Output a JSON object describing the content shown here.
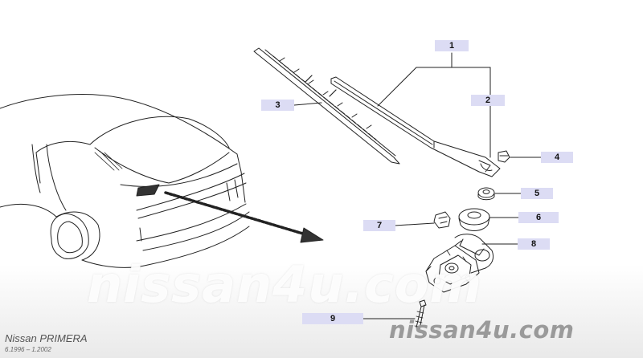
{
  "callouts": [
    {
      "id": "1",
      "label": "1"
    },
    {
      "id": "2",
      "label": "2"
    },
    {
      "id": "3",
      "label": "3"
    },
    {
      "id": "4",
      "label": "4"
    },
    {
      "id": "5",
      "label": "5"
    },
    {
      "id": "6",
      "label": "6"
    },
    {
      "id": "7",
      "label": "7"
    },
    {
      "id": "8",
      "label": "8"
    },
    {
      "id": "9",
      "label": "9"
    }
  ],
  "watermark": {
    "large": "nissan4u.com",
    "small": "nissan4u.com"
  },
  "vehicle": {
    "model": "Nissan PRIMERA",
    "years": "6.1996 – 1.2002"
  },
  "colors": {
    "callout_bg": "#dcdcf4",
    "line": "#222222"
  }
}
